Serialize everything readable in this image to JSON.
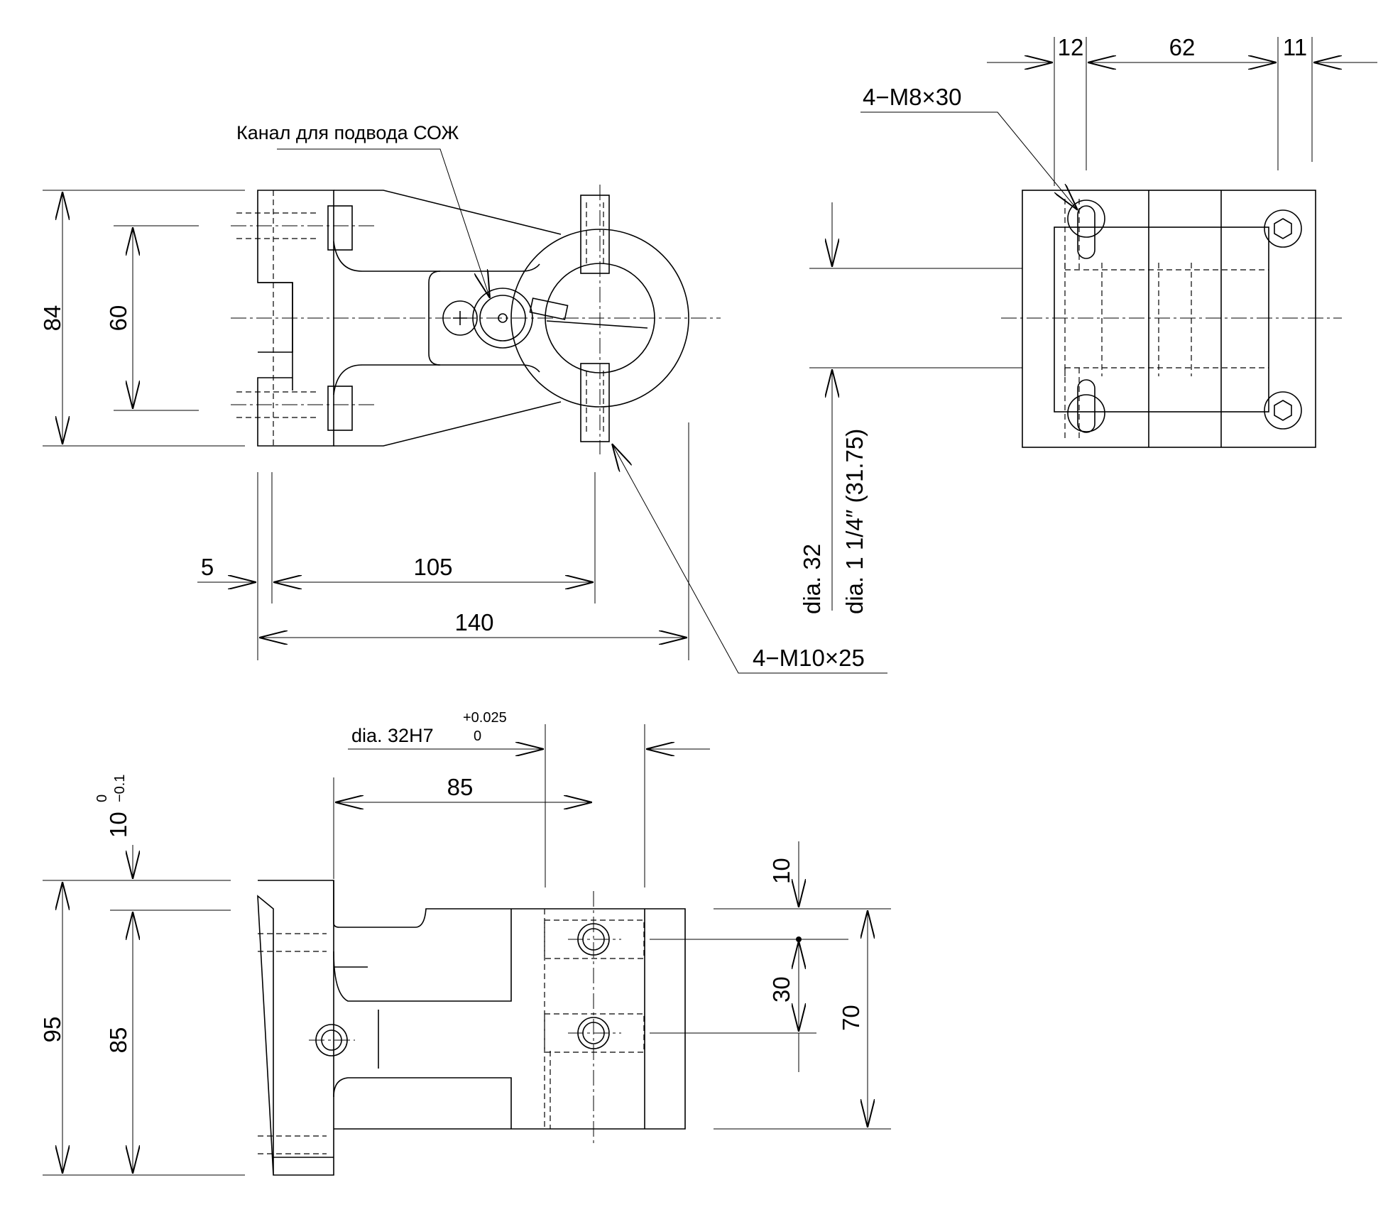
{
  "front_view": {
    "note_coolant": "Канал для подвода СОЖ",
    "dim_height_outer": "84",
    "dim_height_inner": "60",
    "dim_offset": "5",
    "dim_bore_distance": "105",
    "dim_length": "140",
    "callout_screws": "4−M10×25"
  },
  "side_view": {
    "dim_left": "12",
    "dim_middle": "62",
    "dim_right": "11",
    "callout_screws": "4−M8×30",
    "dim_dia_metric": "dia. 32",
    "dim_dia_inch": "dia. 1 1/4″ (31.75)"
  },
  "top_view": {
    "dim_bore": "dia. 32H7",
    "tol_upper": "+0.025",
    "tol_lower": "0",
    "dim_bore_distance": "85",
    "dim_flange": "10",
    "flange_tol_upper": "0",
    "flange_tol_lower": "−0.1",
    "dim_height_outer": "95",
    "dim_height_inner": "85",
    "dim_hole_top": "10",
    "dim_hole_spacing": "30",
    "dim_block": "70"
  }
}
